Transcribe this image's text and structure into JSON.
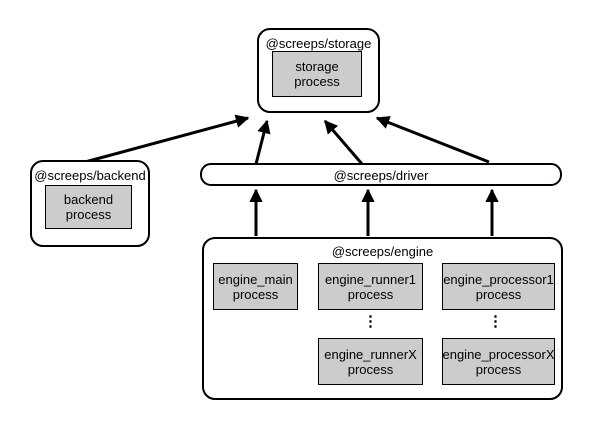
{
  "colors": {
    "background": "#ffffff",
    "container_fill": "#ffffff",
    "process_fill": "#cccccc",
    "border": "#000000",
    "arrow": "#000000"
  },
  "nodes": {
    "storage": {
      "title": "@screeps/storage",
      "process": {
        "line1": "storage",
        "line2": "process"
      }
    },
    "backend": {
      "title": "@screeps/backend",
      "process": {
        "line1": "backend",
        "line2": "process"
      }
    },
    "driver": {
      "title": "@screeps/driver"
    },
    "engine": {
      "title": "@screeps/engine",
      "ellipsis": "⋮",
      "processes": [
        {
          "line1": "engine_main",
          "line2": "process"
        },
        {
          "line1": "engine_runner1",
          "line2": "process"
        },
        {
          "line1": "engine_processor1",
          "line2": "process"
        },
        {
          "line1": "engine_runnerX",
          "line2": "process"
        },
        {
          "line1": "engine_processorX",
          "line2": "process"
        }
      ]
    }
  }
}
